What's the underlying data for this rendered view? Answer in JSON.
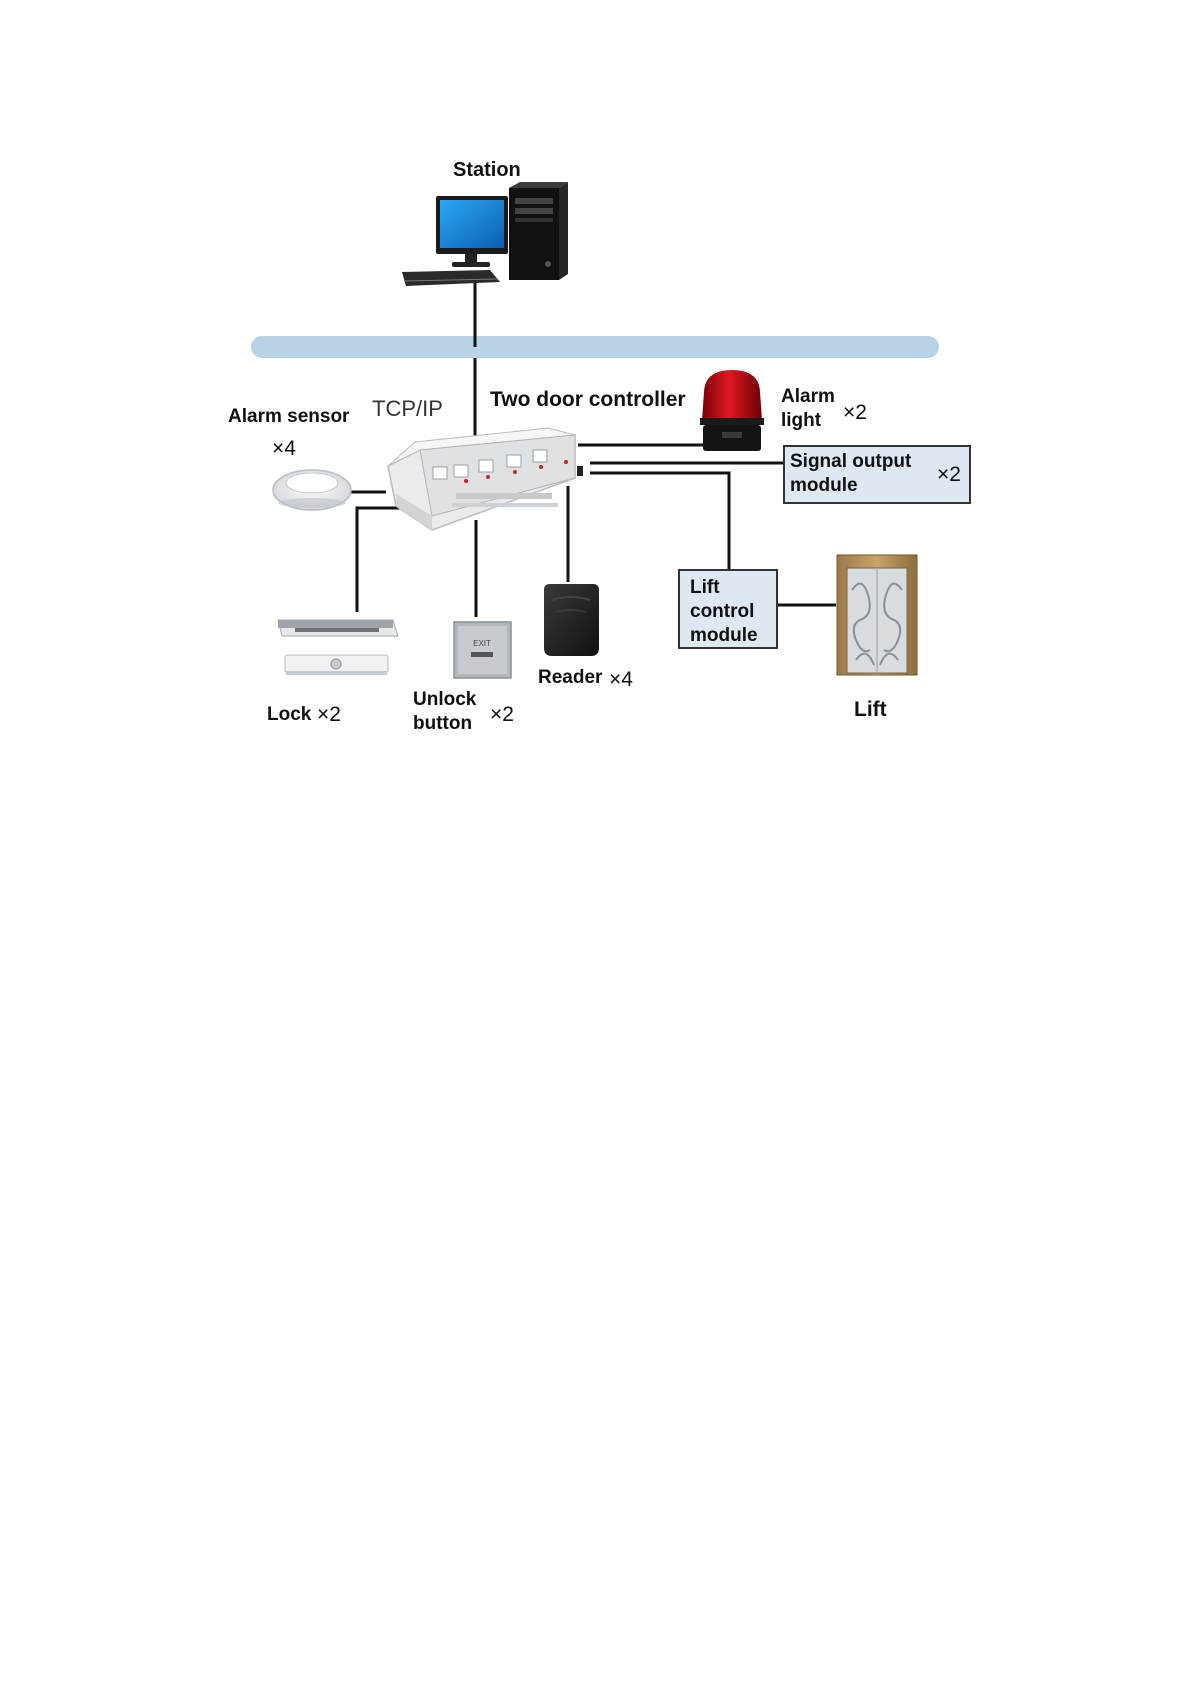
{
  "labels": {
    "station": "Station",
    "tcpip": "TCP/IP",
    "controller": "Two door controller",
    "alarm_sensor": "Alarm sensor",
    "alarm_sensor_mult": "×4",
    "alarm_light_1": "Alarm",
    "alarm_light_2": "light",
    "alarm_light_mult": "×2",
    "signal_output_1": "Signal output",
    "signal_output_2": "module",
    "signal_output_mult": "×2",
    "lift_control_1": "Lift",
    "lift_control_2": "control",
    "lift_control_3": "module",
    "lift": "Lift",
    "lock": "Lock",
    "lock_mult": "×2",
    "unlock_1": "Unlock",
    "unlock_2": "button",
    "unlock_mult": "×2",
    "reader": "Reader",
    "reader_mult": "×4"
  },
  "colors": {
    "network_bus": "#b9d3e6",
    "module_box": "#dde8f2",
    "wire": "#111111",
    "monitor_screen": "#1f8fe0",
    "alarm_red": "#d0121b"
  }
}
